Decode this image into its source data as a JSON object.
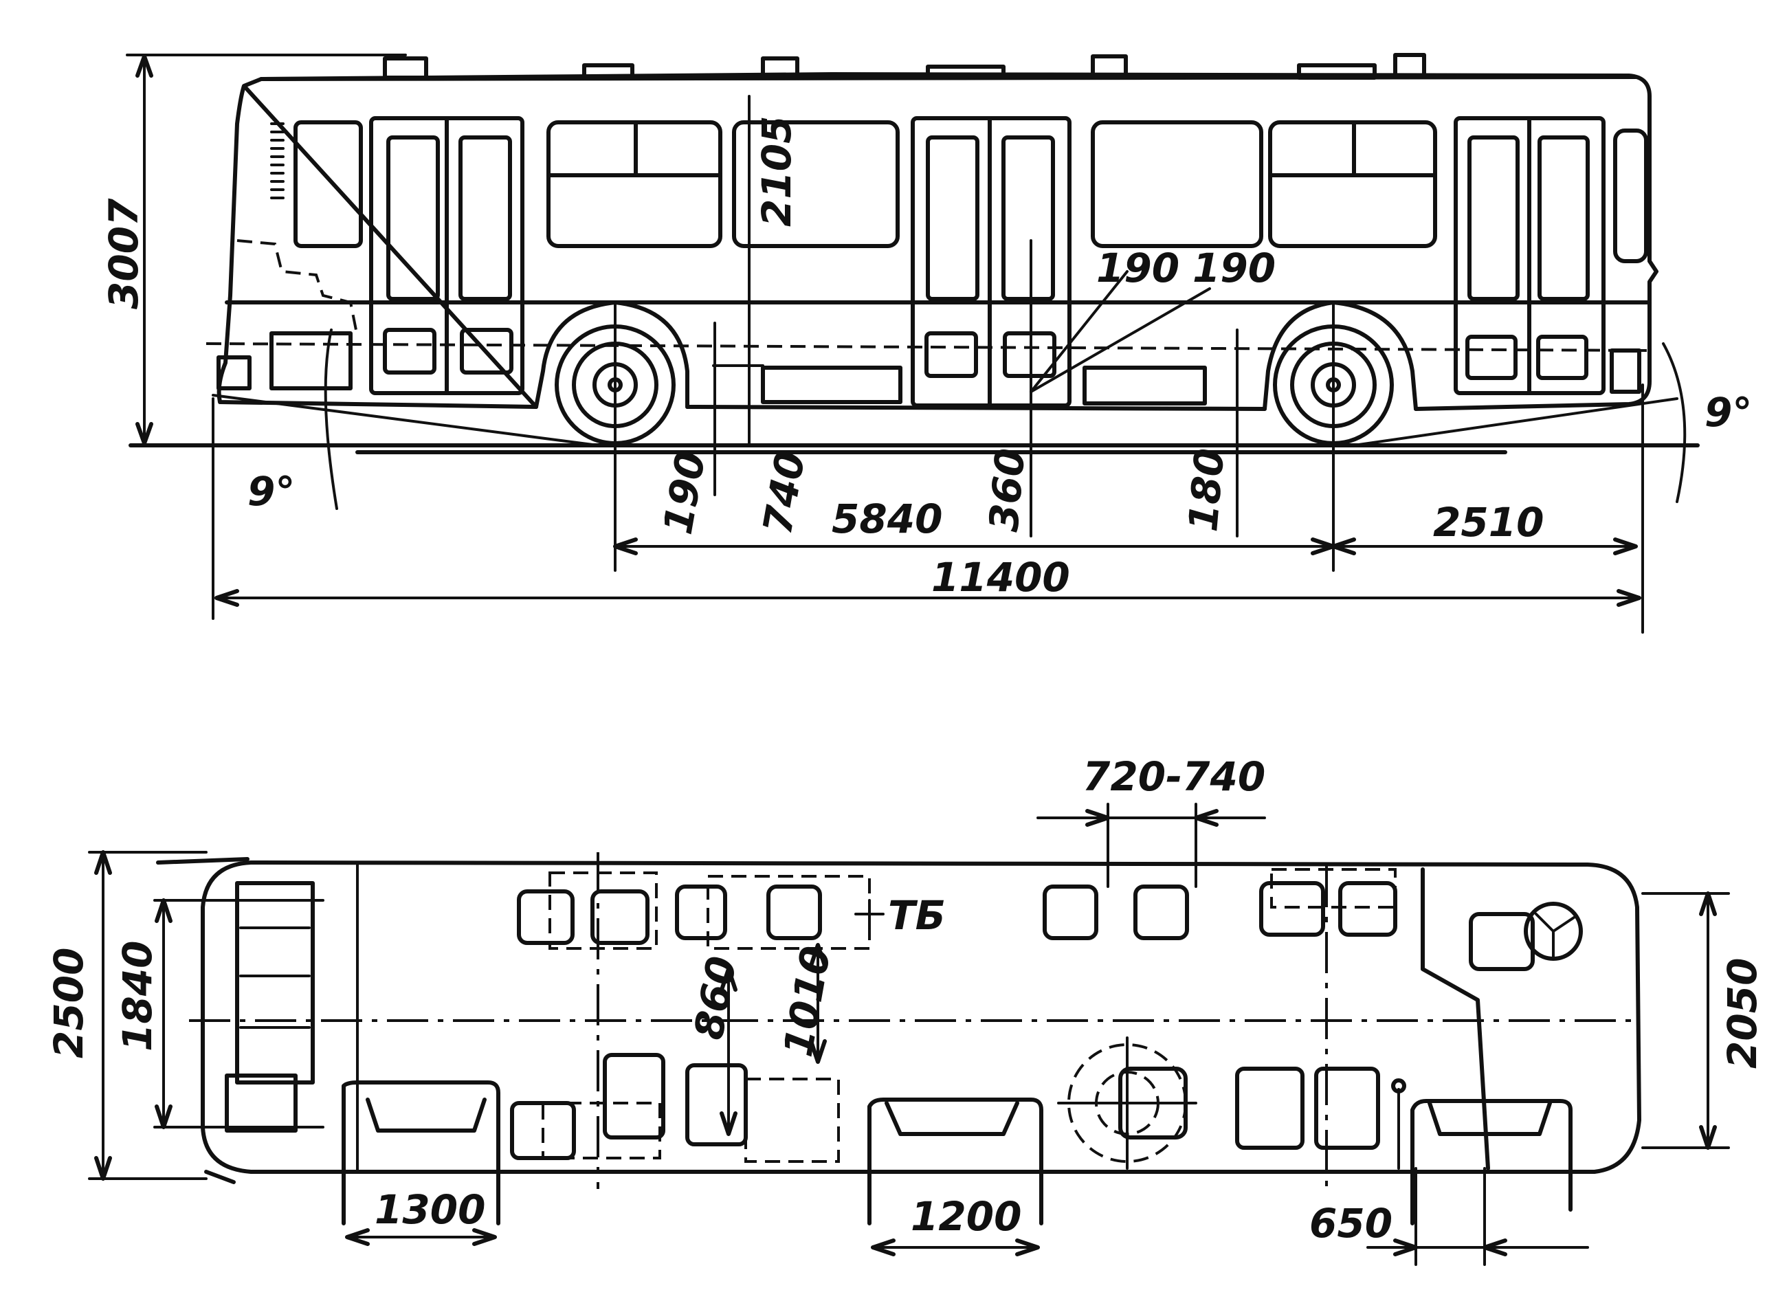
{
  "side_view": {
    "height": "3007",
    "roof_to_floor": "2105",
    "step_height": "190",
    "floor_height": "740",
    "wheelbase": "5840",
    "mid_step": "360",
    "rear_clearance": "180",
    "rear_overhang": "2510",
    "overall_length": "11400",
    "step_width_a": "190",
    "step_width_b": "190",
    "angle_front": "9°",
    "angle_rear": "9°"
  },
  "plan_view": {
    "seat_pitch": "720-740",
    "tb_label": "ТБ",
    "overall_width": "2500",
    "interior_width": "1840",
    "aisle_860": "860",
    "aisle_1010": "1010",
    "width_2050": "2050",
    "door_front": "1300",
    "door_middle": "1200",
    "door_rear": "650"
  }
}
